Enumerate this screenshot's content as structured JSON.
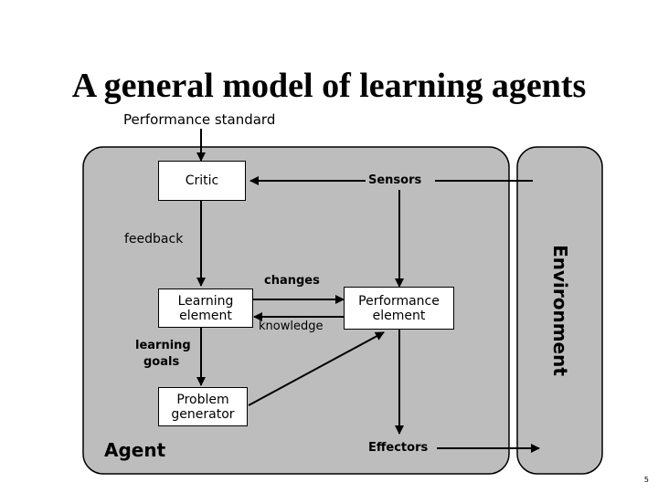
{
  "title": "A general model of learning agents",
  "labels": {
    "performance_standard": "Performance standard",
    "feedback": "feedback",
    "changes": "changes",
    "knowledge": "knowledge",
    "learning_goals_1": "learning",
    "learning_goals_2": "goals",
    "sensors": "Sensors",
    "effectors": "Effectors",
    "agent": "Agent",
    "environment": "Environment"
  },
  "boxes": {
    "critic": "Critic",
    "learning_1": "Learning",
    "learning_2": "element",
    "performance_1": "Performance",
    "performance_2": "element",
    "problem_1": "Problem",
    "problem_2": "generator"
  },
  "page_number": "5",
  "colors": {
    "agent_fill": "#bdbdbd",
    "environment_fill": "#bdbdbd",
    "stroke": "#000000"
  }
}
